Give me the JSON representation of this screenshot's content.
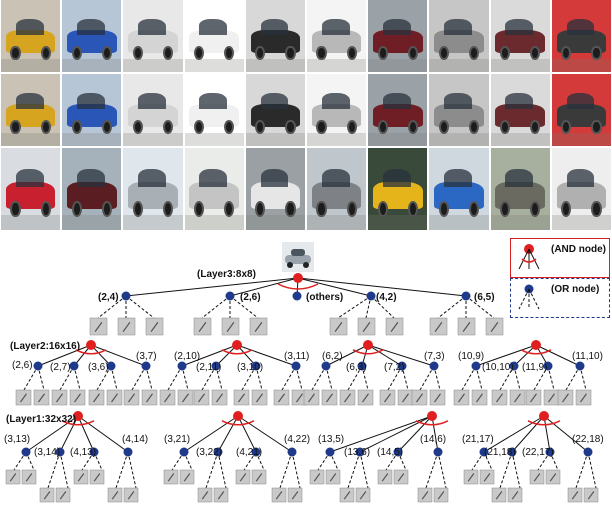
{
  "image_rows": [
    [
      {
        "name": "yellow-suv",
        "color": "#d6a41e",
        "bg": "#c9c2b5"
      },
      {
        "name": "blue-sedan",
        "color": "#2a56b8",
        "bg": "#b7c6d6"
      },
      {
        "name": "silver-sedan",
        "color": "#d4d4d4",
        "bg": "#e8e8e8"
      },
      {
        "name": "white-sedan",
        "color": "#f0f0f0",
        "bg": "#ffffff"
      },
      {
        "name": "black-sedan",
        "color": "#2a2a2a",
        "bg": "#d8d8d8"
      },
      {
        "name": "silver-sedan",
        "color": "#b8b8b8",
        "bg": "#f4f4f4"
      },
      {
        "name": "maroon-sedan",
        "color": "#6e1e24",
        "bg": "#9aa2a8"
      },
      {
        "name": "gray-sedan",
        "color": "#8c8c8c",
        "bg": "#c6c6c6"
      },
      {
        "name": "maroon-sedan",
        "color": "#6a2a2e",
        "bg": "#dadada"
      },
      {
        "name": "dark-sedan",
        "color": "#3a3a3a",
        "bg": "#d43a3a"
      }
    ],
    [
      {
        "name": "yellow-suv",
        "color": "#d6a41e",
        "bg": "#c9c2b5"
      },
      {
        "name": "blue-sedan",
        "color": "#2a56b8",
        "bg": "#b7c6d6"
      },
      {
        "name": "silver-sedan",
        "color": "#d4d4d4",
        "bg": "#e8e8e8"
      },
      {
        "name": "white-sedan",
        "color": "#f0f0f0",
        "bg": "#ffffff"
      },
      {
        "name": "black-sedan",
        "color": "#2a2a2a",
        "bg": "#d8d8d8"
      },
      {
        "name": "silver-sedan",
        "color": "#b8b8b8",
        "bg": "#f4f4f4"
      },
      {
        "name": "maroon-sedan",
        "color": "#6e1e24",
        "bg": "#9aa2a8"
      },
      {
        "name": "gray-sedan",
        "color": "#8c8c8c",
        "bg": "#c6c6c6"
      },
      {
        "name": "maroon-sedan",
        "color": "#6a2a2e",
        "bg": "#dadada"
      },
      {
        "name": "dark-sedan",
        "color": "#3a3a3a",
        "bg": "#d43a3a"
      }
    ],
    [
      {
        "name": "red-hatchback",
        "color": "#c8202e",
        "bg": "#d9dde2"
      },
      {
        "name": "maroon-suv",
        "color": "#5a1e22",
        "bg": "#a6b2bb"
      },
      {
        "name": "silver-sedan",
        "color": "#a8b0b6",
        "bg": "#dfe6ec"
      },
      {
        "name": "silver-sedan",
        "color": "#c4c4c4",
        "bg": "#e9ece8"
      },
      {
        "name": "white-sedan",
        "color": "#e6e6e6",
        "bg": "#9aa0a4"
      },
      {
        "name": "gray-suv",
        "color": "#7e8286",
        "bg": "#bfc6cc"
      },
      {
        "name": "yellow-sportscar",
        "color": "#e4b41a",
        "bg": "#3a4a3a"
      },
      {
        "name": "blue-hatchback",
        "color": "#2a68c4",
        "bg": "#cfd8df"
      },
      {
        "name": "gray-suv",
        "color": "#6a6a60",
        "bg": "#a7b09f"
      },
      {
        "name": "silver-suv",
        "color": "#b0b0b0",
        "bg": "#eeeeee"
      }
    ]
  ],
  "legend": {
    "and_label": "(AND node)",
    "or_label": "(OR node)",
    "and_color": "#e02020",
    "or_color": "#1f3a8a"
  },
  "tree": {
    "root_label": "(Layer3:8x8)",
    "layer3_children": [
      "(2,4)",
      "(2,6)",
      "(others)",
      "(4,2)",
      "(6,5)"
    ],
    "layer2_title": "(Layer2:16x16)",
    "layer2_groups": [
      {
        "labels": [
          "(2,6)",
          "(2,7)",
          "(3,6)",
          "(3,7)"
        ]
      },
      {
        "labels": [
          "(2,10)",
          "(2,11)",
          "(3,10)",
          "(3,11)"
        ]
      },
      {
        "labels": [
          "(6,2)",
          "(6,3)",
          "(7,2)",
          "(7,3)"
        ]
      },
      {
        "labels": [
          "(10,9)",
          "(10,10)",
          "(11,9)",
          "(11,10)"
        ]
      }
    ],
    "layer1_title": "(Layer1:32x32)",
    "layer1_groups": [
      {
        "labels": [
          "(3,13)",
          "(3,14)",
          "(4,13)",
          "(4,14)"
        ]
      },
      {
        "labels": [
          "(3,21)",
          "(3,22)",
          "(4,21)",
          "(4,22)"
        ]
      },
      {
        "labels": [
          "(13,5)",
          "(13,6)",
          "(14,5)",
          "(14,6)"
        ]
      },
      {
        "labels": [
          "(21,17)",
          "(21,18)",
          "(22,17)",
          "(22,18)"
        ]
      }
    ]
  }
}
